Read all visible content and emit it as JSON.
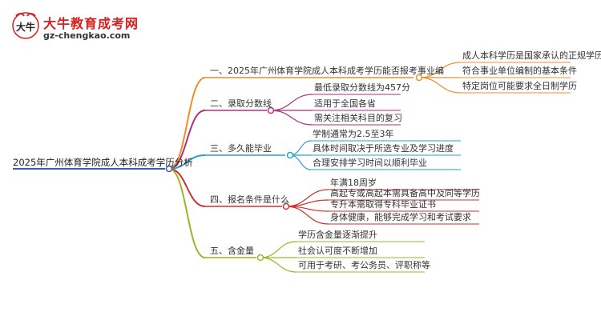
{
  "brand": {
    "logo_title": "大牛教育成考网",
    "logo_url": "gz-chengkao.com",
    "logo_mark_text": "大牛"
  },
  "colors": {
    "root_line": "#3a5fa8",
    "b1": "#f08c2a",
    "b2": "#a8327a",
    "b3": "#2aa0c8",
    "b4": "#c83232",
    "b5": "#a0b428",
    "brand_red": "#d81e1e"
  },
  "mindmap": {
    "root": "2025年广州体育学院成人本科成考学历分析",
    "branches": [
      {
        "label": "一、2025年广州体育学院成人本科成考学历能否报考事业编",
        "children": [
          "成人本科学历是国家承认的正规学历",
          "符合事业单位编制的基本条件",
          "特定岗位可能要求全日制学历"
        ]
      },
      {
        "label": "二、录取分数线",
        "children": [
          "最低录取分数线为457分",
          "适用于全国各省",
          "需关注相关科目的复习"
        ]
      },
      {
        "label": "三、多久能毕业",
        "children": [
          "学制通常为2.5至3年",
          "具体时间取决于所选专业及学习进度",
          "合理安排学习时间以顺利毕业"
        ]
      },
      {
        "label": "四、报名条件是什么",
        "children": [
          "年满18周岁",
          "高起专或高起本需具备高中及同等学历",
          "专升本需取得专科毕业证书",
          "身体健康，能够完成学习和考试要求"
        ]
      },
      {
        "label": "五、含金量",
        "children": [
          "学历含金量逐渐提升",
          "社会认可度不断增加",
          "可用于考研、考公务员、评职称等"
        ]
      }
    ]
  }
}
